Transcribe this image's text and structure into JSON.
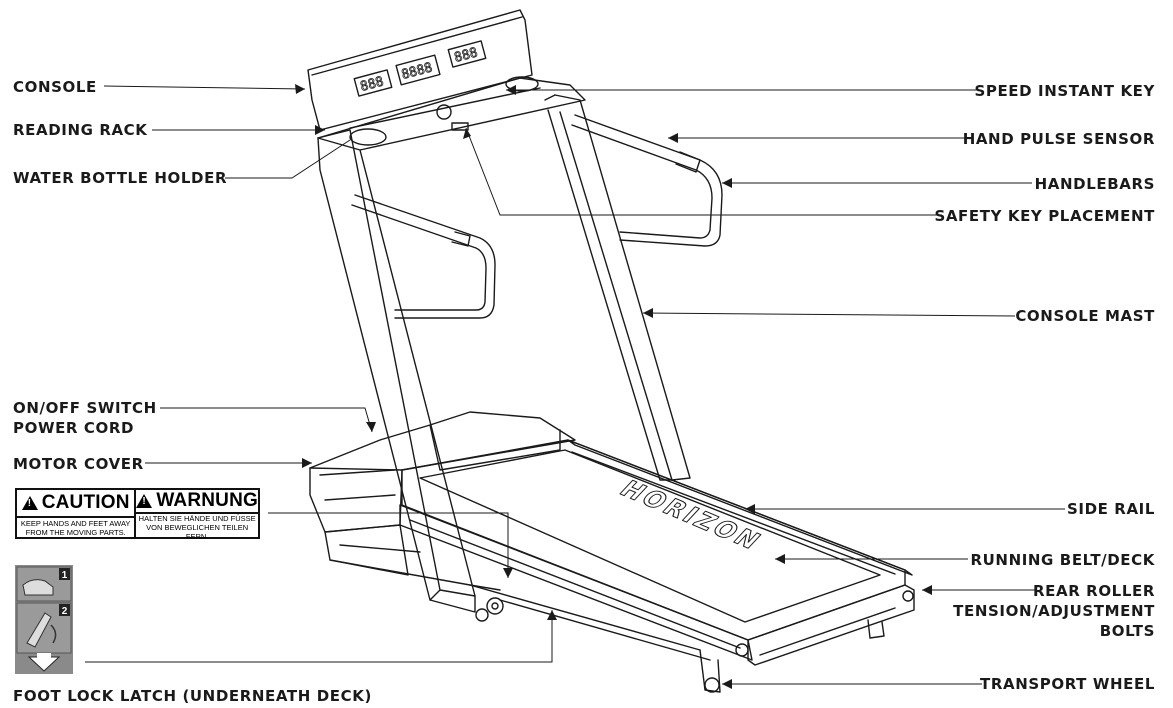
{
  "labels": {
    "console": "CONSOLE",
    "reading_rack": "READING RACK",
    "water_bottle_holder": "WATER BOTTLE HOLDER",
    "on_off_switch": "ON/OFF SWITCH",
    "power_cord": "POWER CORD",
    "motor_cover": "MOTOR COVER",
    "foot_lock_latch": "FOOT LOCK LATCH (UNDERNEATH DECK)",
    "speed_instant_key": "SPEED INSTANT KEY",
    "hand_pulse_sensor": "HAND PULSE SENSOR",
    "handlebars": "HANDLEBARS",
    "safety_key_placement": "SAFETY KEY PLACEMENT",
    "console_mast": "CONSOLE MAST",
    "side_rail": "SIDE RAIL",
    "running_belt_deck": "RUNNING BELT/DECK",
    "rear_roller_line1": "REAR ROLLER",
    "rear_roller_line2": "TENSION/ADJUSTMENT",
    "rear_roller_line3": "BOLTS",
    "transport_wheel": "TRANSPORT WHEEL"
  },
  "caution_label": {
    "caution_title": "CAUTION",
    "caution_line1": "KEEP HANDS AND FEET AWAY",
    "caution_line2": "FROM THE MOVING PARTS.",
    "warnung_title": "WARNUNG",
    "warnung_line1": "HALTEN SIE HÄNDE UND FÜSSE",
    "warnung_line2": "VON BEWEGLICHEN TEILEN FERN."
  },
  "foot_icon_steps": [
    "1",
    "2"
  ],
  "brand_on_deck": "HORIZON",
  "console_displays": [
    "888",
    "8888",
    "888"
  ],
  "colors": {
    "line": "#1a1a1a",
    "text": "#1a1a1a",
    "icon_gray": "#8a8a8a"
  }
}
